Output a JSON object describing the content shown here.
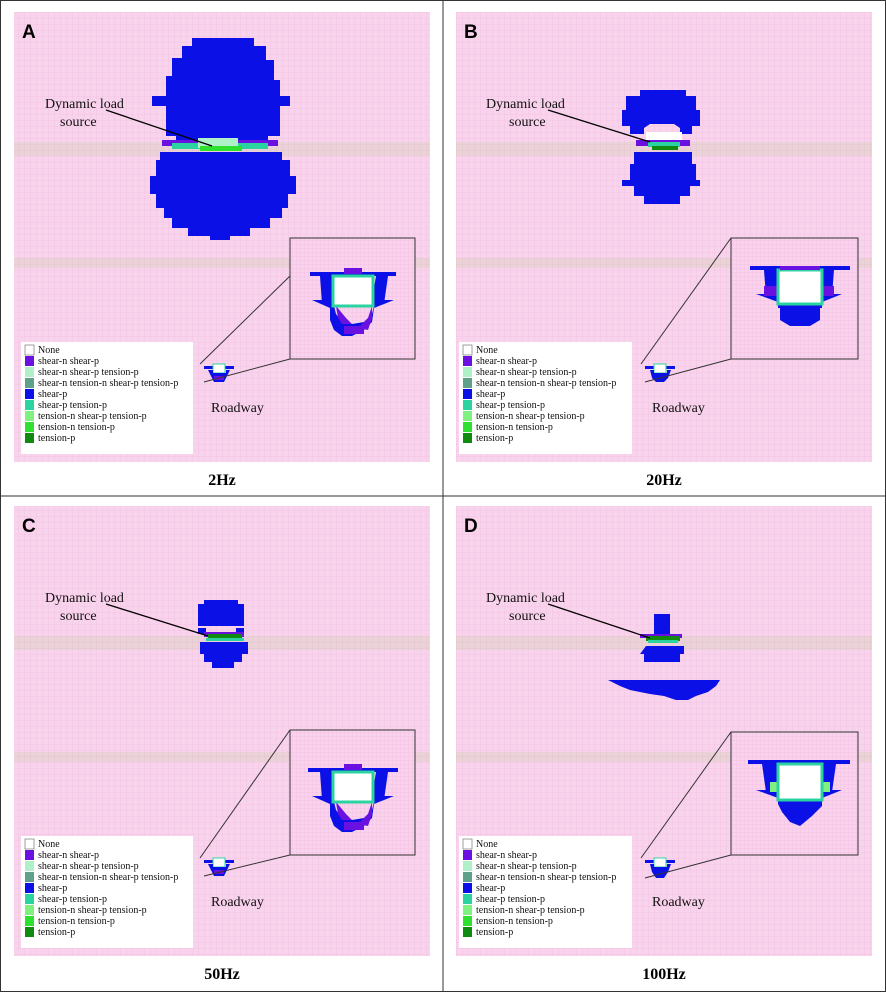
{
  "colors": {
    "background": "#f8d3ec",
    "grid_line": "#f2b8e0",
    "band": "#ead2d8",
    "none": "#ffffff",
    "shear_p": "#0a10e6",
    "shear_n_shear_p": "#6a10e0",
    "shear_p_tension_p": "#2ad3a0",
    "shear_n_shear_p_tension_p": "#b0f0c8",
    "shear_n_tension_n_shear_p_tension_p": "#5fa08a",
    "tension_n_shear_p_tension_p": "#80f080",
    "tension_n_tension_p": "#30e030",
    "tension_p": "#108a10"
  },
  "legend": [
    {
      "label": "None",
      "color_key": "none"
    },
    {
      "label": "shear-n shear-p",
      "color_key": "shear_n_shear_p"
    },
    {
      "label": "shear-n shear-p tension-p",
      "color_key": "shear_n_shear_p_tension_p"
    },
    {
      "label": "shear-n tension-n shear-p tension-p",
      "color_key": "shear_n_tension_n_shear_p_tension_p"
    },
    {
      "label": "shear-p",
      "color_key": "shear_p"
    },
    {
      "label": "shear-p tension-p",
      "color_key": "shear_p_tension_p"
    },
    {
      "label": "tension-n shear-p tension-p",
      "color_key": "tension_n_shear_p_tension_p"
    },
    {
      "label": "tension-n tension-p",
      "color_key": "tension_n_tension_p"
    },
    {
      "label": "tension-p",
      "color_key": "tension_p"
    }
  ],
  "annotations": {
    "source_line1": "Dynamic load",
    "source_line2": "source",
    "roadway": "Roadway"
  },
  "panels": [
    {
      "letter": "A",
      "frequency": "2Hz"
    },
    {
      "letter": "B",
      "frequency": "20Hz"
    },
    {
      "letter": "C",
      "frequency": "50Hz"
    },
    {
      "letter": "D",
      "frequency": "100Hz"
    }
  ]
}
